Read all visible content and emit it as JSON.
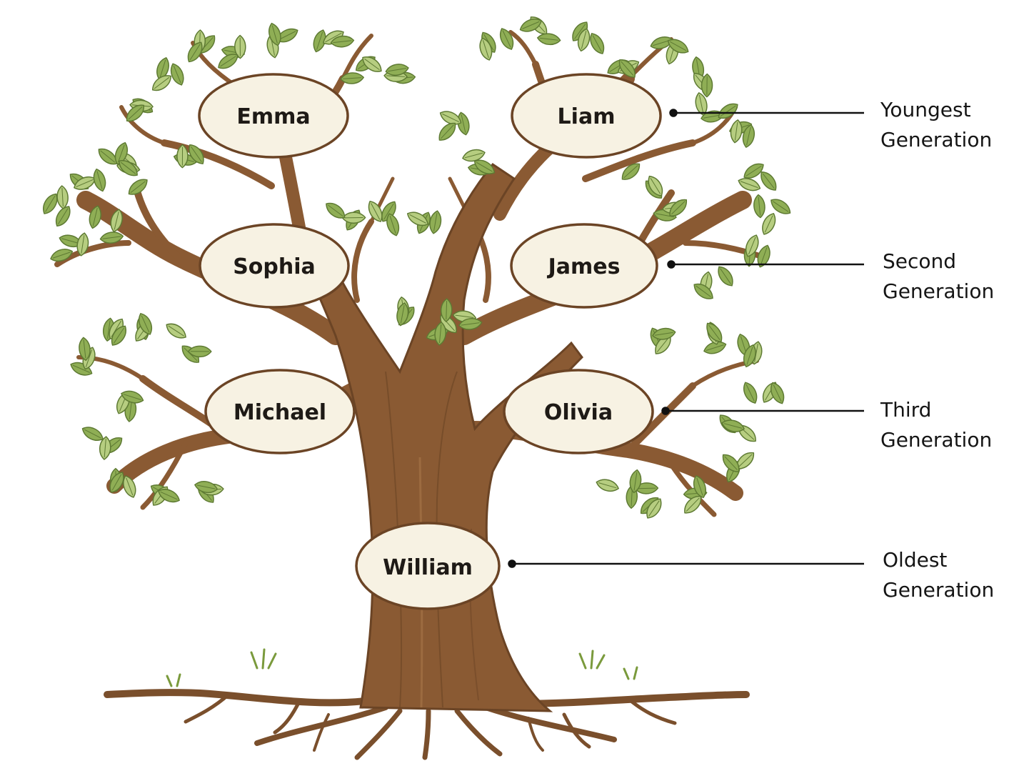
{
  "colors": {
    "bark": "#8a5a33",
    "bark_dark": "#6b4425",
    "bark_light": "#a8764a",
    "leaf": "#8fae55",
    "leaf_light": "#b6cd80",
    "leaf_edge": "#5e7a33",
    "oval_fill": "#f7f2e3",
    "oval_stroke": "#6b4425",
    "line": "#111111",
    "grass": "#7a9a3c"
  },
  "members": {
    "emma": "Emma",
    "liam": "Liam",
    "sophia": "Sophia",
    "james": "James",
    "michael": "Michael",
    "olivia": "Olivia",
    "william": "William"
  },
  "generations": {
    "youngest": [
      "Youngest",
      "Generation"
    ],
    "second": [
      "Second",
      "Generation"
    ],
    "third": [
      "Third",
      "Generation"
    ],
    "oldest": [
      "Oldest",
      "Generation"
    ]
  },
  "icons": {
    "tree": "tree-illustration",
    "leaf": "leaf-icon",
    "root": "root-icon"
  }
}
